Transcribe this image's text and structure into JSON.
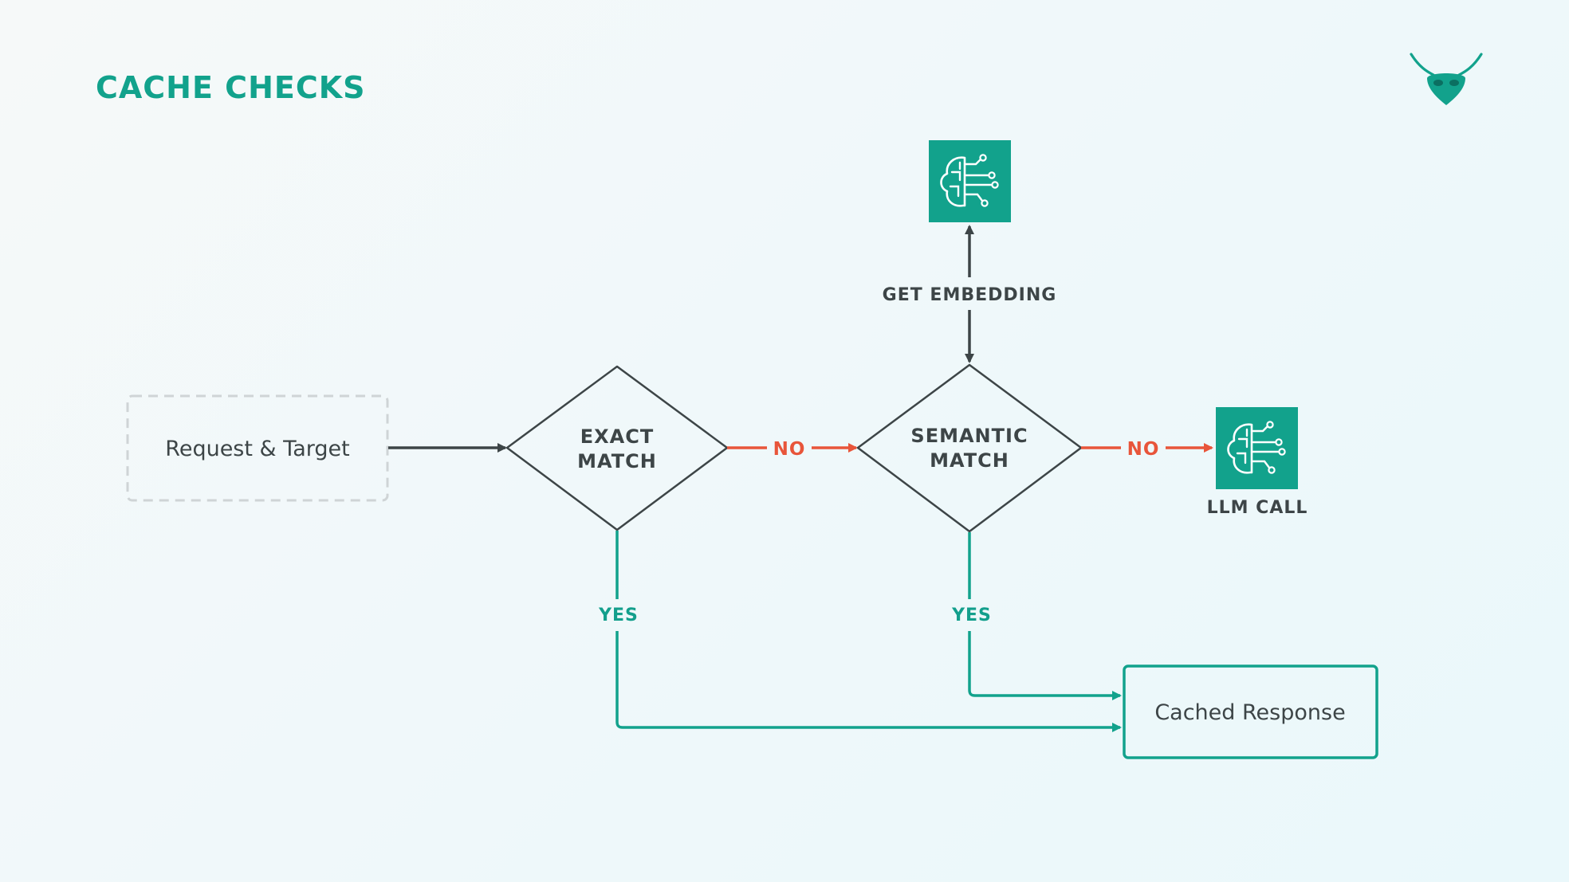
{
  "title": "CACHE CHECKS",
  "colors": {
    "teal": "#12a28c",
    "dark": "#3d4547",
    "red": "#e8553a",
    "dashed": "#cfd4d6"
  },
  "nodes": {
    "request": {
      "label": "Request & Target"
    },
    "exact": {
      "line1": "EXACT",
      "line2": "MATCH"
    },
    "semantic": {
      "line1": "SEMANTIC",
      "line2": "MATCH"
    },
    "embedding": {
      "icon": "ai-brain-icon"
    },
    "llm": {
      "icon": "ai-brain-icon",
      "label": "LLM CALL"
    },
    "cached": {
      "label": "Cached Response"
    }
  },
  "edges": {
    "get_embedding": "GET EMBEDDING",
    "exact_no": "NO",
    "semantic_no": "NO",
    "exact_yes": "YES",
    "semantic_yes": "YES"
  },
  "logo": {
    "icon": "mantis-head-icon"
  }
}
